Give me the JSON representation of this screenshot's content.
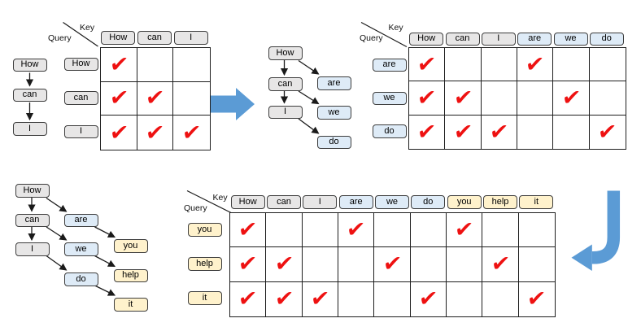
{
  "axis_labels": {
    "key": "Key",
    "query": "Query"
  },
  "glyphs": {
    "check": "✔"
  },
  "colors": {
    "gray_fill": "#E7E6E6",
    "blue_fill": "#DEEBF7",
    "yellow_fill": "#FFF2CC",
    "box_border": "#3D3D3D",
    "grid_line": "#1E1E1E",
    "check_red": "#EE1111",
    "flow_arrow_blue": "#5B9BD5",
    "connector_black": "#1A1A1A"
  },
  "step1": {
    "chain": [
      "How",
      "can",
      "I"
    ],
    "matrix": {
      "cols": [
        "How",
        "can",
        "I"
      ],
      "col_colors": [
        "gray",
        "gray",
        "gray"
      ],
      "rows": [
        "How",
        "can",
        "I"
      ],
      "row_colors": [
        "gray",
        "gray",
        "gray"
      ],
      "cells": [
        [
          "✔",
          "",
          ""
        ],
        [
          "✔",
          "✔",
          ""
        ],
        [
          "✔",
          "✔",
          "✔"
        ]
      ]
    }
  },
  "step2": {
    "chain_prev": [
      "How",
      "can",
      "I"
    ],
    "chain_new": [
      "are",
      "we",
      "do"
    ],
    "matrix": {
      "cols": [
        "How",
        "can",
        "I",
        "are",
        "we",
        "do"
      ],
      "col_colors": [
        "gray",
        "gray",
        "gray",
        "blue",
        "blue",
        "blue"
      ],
      "rows": [
        "are",
        "we",
        "do"
      ],
      "row_colors": [
        "blue",
        "blue",
        "blue"
      ],
      "cells": [
        [
          "✔",
          "",
          "",
          "✔",
          "",
          ""
        ],
        [
          "✔",
          "✔",
          "",
          "",
          "✔",
          ""
        ],
        [
          "✔",
          "✔",
          "✔",
          "",
          "",
          "✔"
        ]
      ]
    }
  },
  "step3": {
    "chain_prev": [
      "How",
      "can",
      "I"
    ],
    "chain_mid": [
      "are",
      "we",
      "do"
    ],
    "chain_new": [
      "you",
      "help",
      "it"
    ],
    "matrix": {
      "cols": [
        "How",
        "can",
        "I",
        "are",
        "we",
        "do",
        "you",
        "help",
        "it"
      ],
      "col_colors": [
        "gray",
        "gray",
        "gray",
        "blue",
        "blue",
        "blue",
        "yellow",
        "yellow",
        "yellow"
      ],
      "rows": [
        "you",
        "help",
        "it"
      ],
      "row_colors": [
        "yellow",
        "yellow",
        "yellow"
      ],
      "cells": [
        [
          "✔",
          "",
          "",
          "✔",
          "",
          "",
          "✔",
          "",
          ""
        ],
        [
          "✔",
          "✔",
          "",
          "",
          "✔",
          "",
          "",
          "✔",
          ""
        ],
        [
          "✔",
          "✔",
          "✔",
          "",
          "",
          "✔",
          "",
          "",
          "✔"
        ]
      ]
    }
  }
}
